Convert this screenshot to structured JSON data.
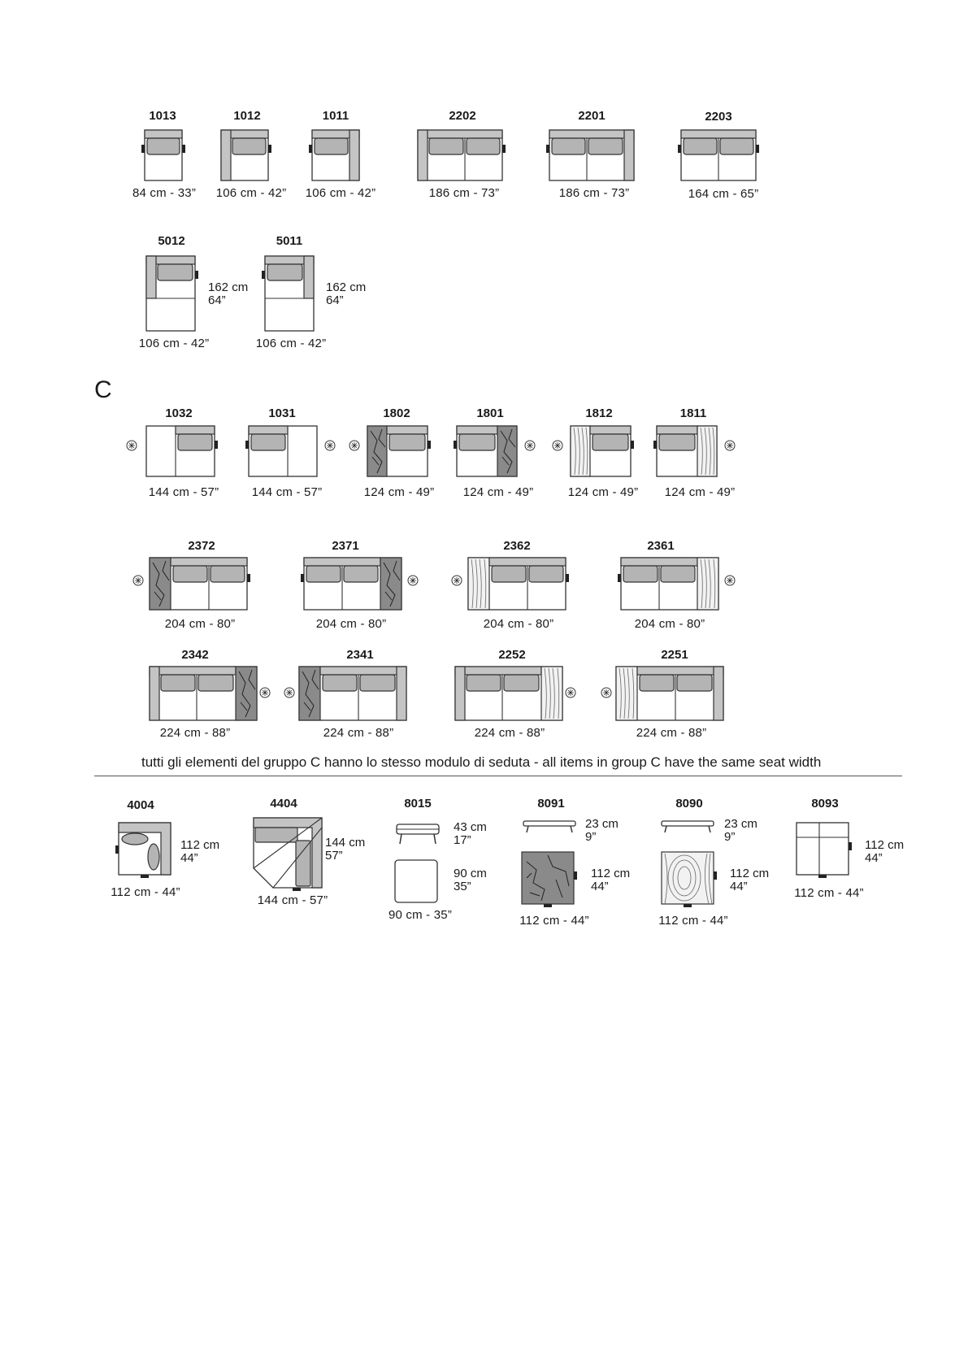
{
  "section_label": "C",
  "row1": [
    {
      "code": "1013",
      "dim": "84 cm - 33”"
    },
    {
      "code": "1012",
      "dim": "106 cm - 42”"
    },
    {
      "code": "1011",
      "dim": "106 cm - 42”"
    },
    {
      "code": "2202",
      "dim": "186 cm - 73”"
    },
    {
      "code": "2201",
      "dim": "186 cm - 73”"
    },
    {
      "code": "2203",
      "dim": "164 cm - 65”"
    }
  ],
  "row2": [
    {
      "code": "5012",
      "dim": "106 cm - 42”",
      "depth_cm": "162 cm",
      "depth_in": "64”"
    },
    {
      "code": "5011",
      "dim": "106 cm - 42”",
      "depth_cm": "162 cm",
      "depth_in": "64”"
    }
  ],
  "row3": [
    {
      "code": "1032",
      "dim": "144 cm - 57”"
    },
    {
      "code": "1031",
      "dim": "144 cm - 57”"
    },
    {
      "code": "1802",
      "dim": "124 cm - 49”"
    },
    {
      "code": "1801",
      "dim": "124 cm - 49”"
    },
    {
      "code": "1812",
      "dim": "124 cm - 49”"
    },
    {
      "code": "1811",
      "dim": "124 cm - 49”"
    }
  ],
  "row4": [
    {
      "code": "2372",
      "dim": "204 cm - 80”"
    },
    {
      "code": "2371",
      "dim": "204 cm - 80”"
    },
    {
      "code": "2362",
      "dim": "204 cm - 80”"
    },
    {
      "code": "2361",
      "dim": "204 cm - 80”"
    }
  ],
  "row5": [
    {
      "code": "2342",
      "dim": "224 cm - 88”"
    },
    {
      "code": "2341",
      "dim": "224 cm - 88”"
    },
    {
      "code": "2252",
      "dim": "224 cm - 88”"
    },
    {
      "code": "2251",
      "dim": "224 cm - 88”"
    }
  ],
  "note": "tutti gli elementi del gruppo C hanno lo stesso modulo di  seduta  -  all items in group C have the same seat width",
  "row6": [
    {
      "code": "4004",
      "dim": "112 cm - 44”",
      "side_cm": "112 cm",
      "side_in": "44”"
    },
    {
      "code": "4404",
      "dim": "144 cm - 57”",
      "side_cm": "144 cm",
      "side_in": "57”"
    },
    {
      "code": "8015",
      "dim": "90 cm - 35”",
      "height_cm": "43 cm",
      "height_in": "17”",
      "side_cm": "90 cm",
      "side_in": "35”"
    },
    {
      "code": "8091",
      "dim": "112 cm - 44”",
      "height_cm": "23 cm",
      "height_in": "9”",
      "side_cm": "112 cm",
      "side_in": "44”"
    },
    {
      "code": "8090",
      "dim": "112 cm - 44”",
      "height_cm": "23 cm",
      "height_in": "9”",
      "side_cm": "112 cm",
      "side_in": "44”"
    },
    {
      "code": "8093",
      "dim": "112 cm - 44”",
      "side_cm": "112 cm",
      "side_in": "44”"
    }
  ]
}
